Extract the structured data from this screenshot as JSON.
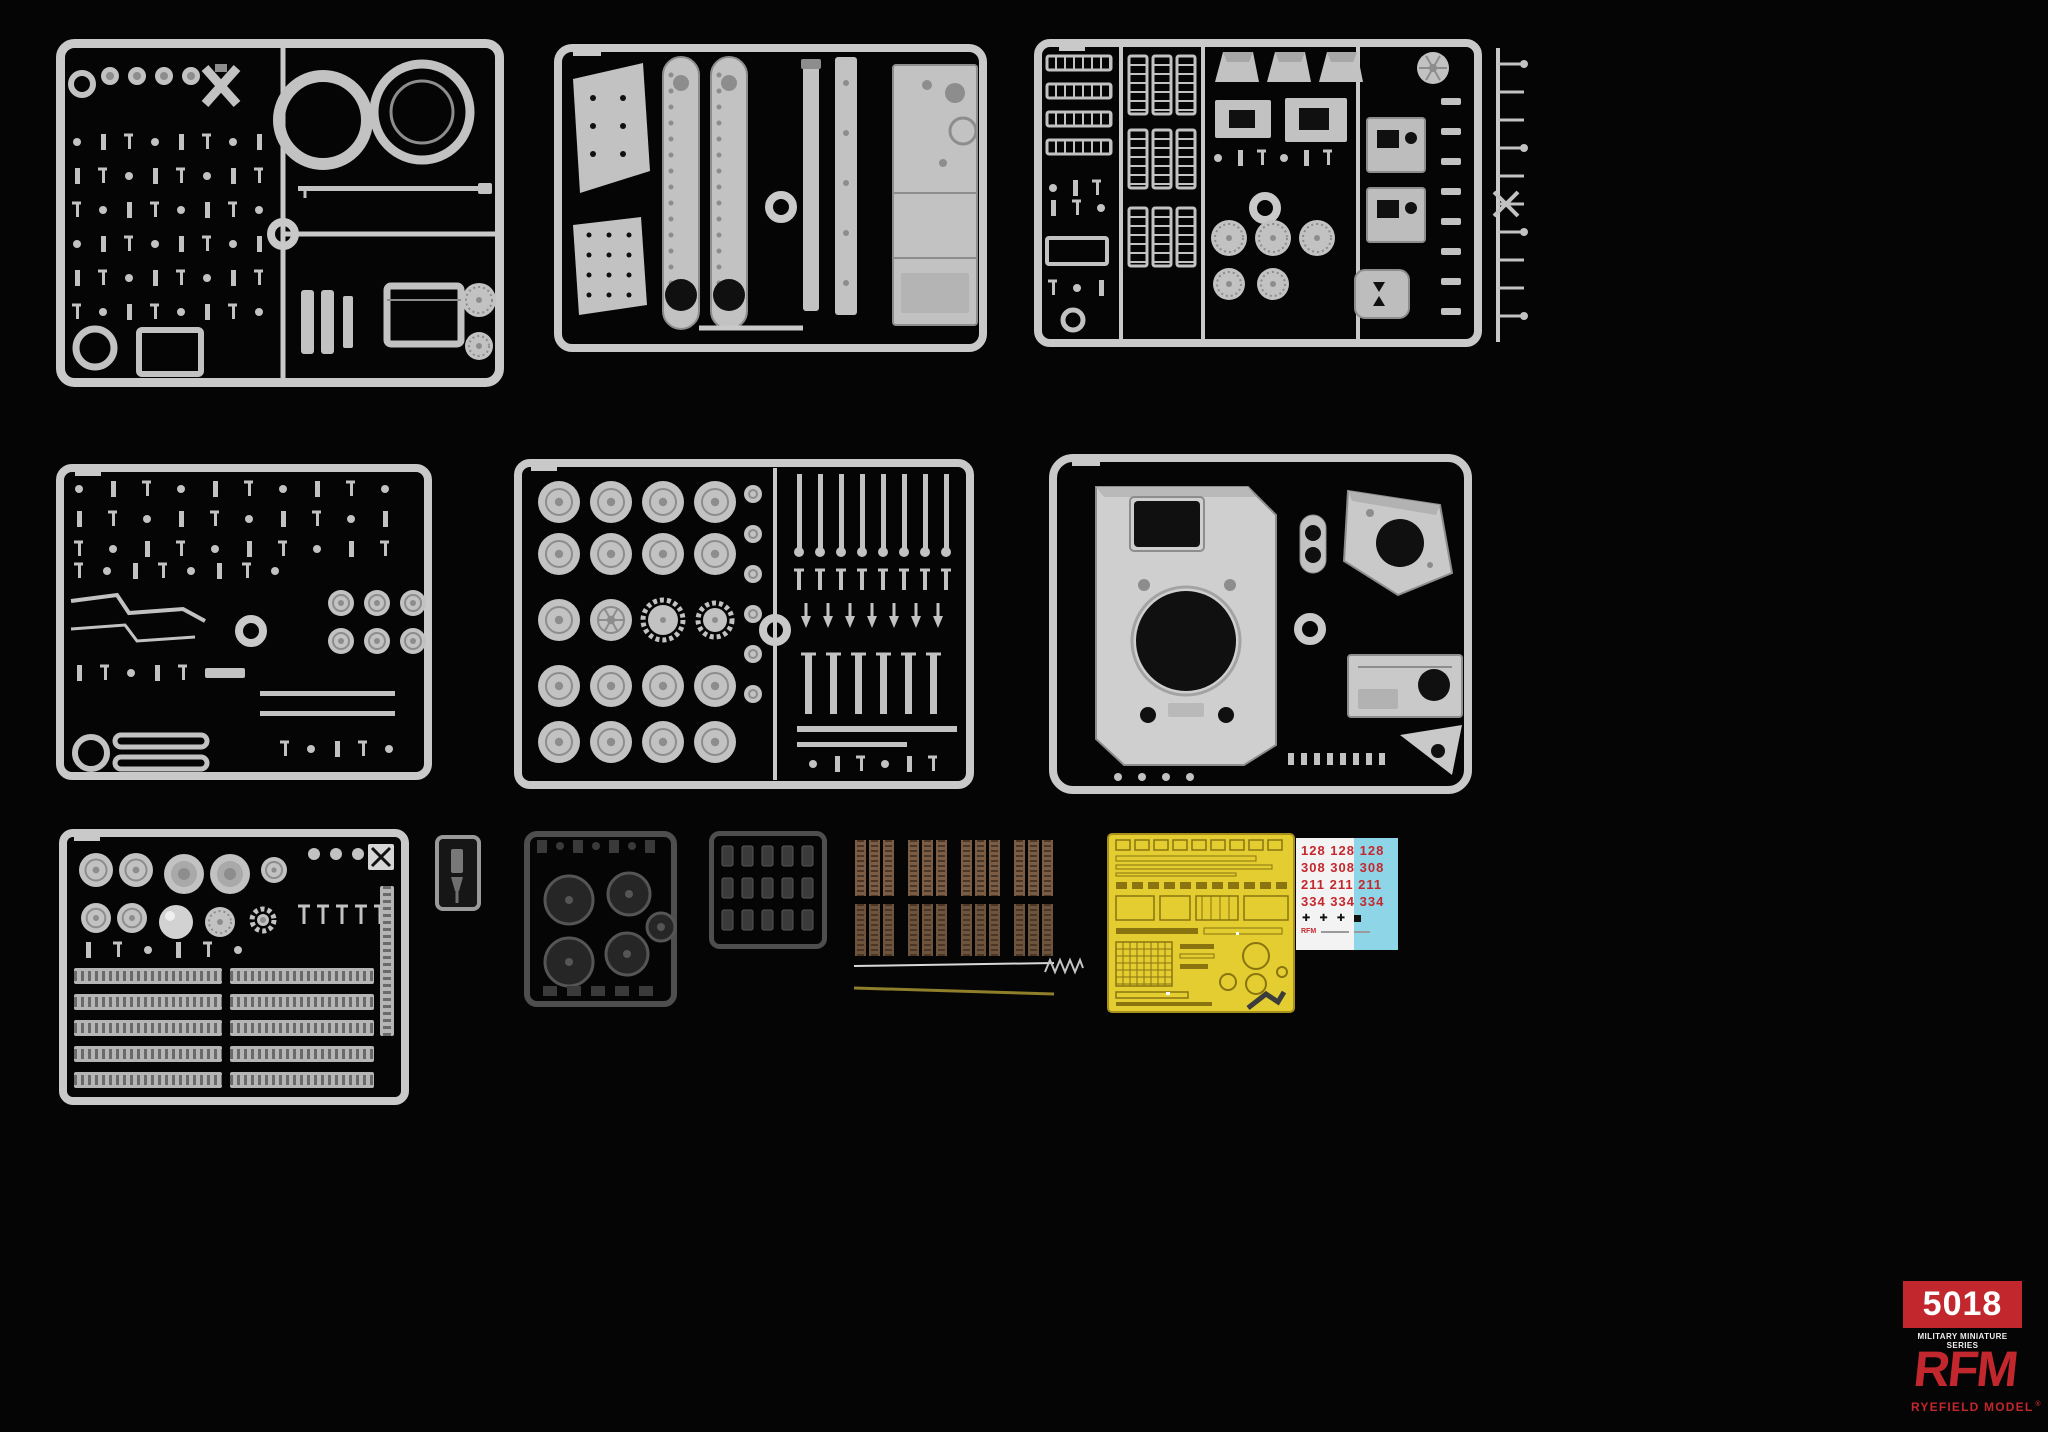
{
  "branding": {
    "kit_number": "5018",
    "series_label": "MILITARY MINIATURE SERIES",
    "logo_text": "RFM",
    "brand_name": "RYEFIELD MODEL",
    "registered_mark": "®"
  },
  "decal_sheet": {
    "number_rows": [
      "128 128 128",
      "308 308 308",
      "211 211 211",
      "334 334 334"
    ],
    "cross_marking": "✚",
    "mini_logo": "RFM"
  },
  "colors": {
    "background": "#050505",
    "sprue_frame": "#c9c9c9",
    "sprue_fill": "#c2c2c2",
    "sprue_shade": "#8d8d8d",
    "hole_dark": "#101010",
    "dark_sprue_frame": "#4e4e4e",
    "dark_sprue_fill": "#3a3a3a",
    "track_brown": "#7a5d44",
    "track_brown_dark": "#4a3728",
    "pe_yellow": "#e3cd30",
    "pe_detail": "#8a7410",
    "decal_white": "#f3f3f3",
    "decal_cyan": "#8ed6e7",
    "decal_red": "#c4282e",
    "brand_red": "#c1272d",
    "clear_part": "#9a9a9a"
  }
}
